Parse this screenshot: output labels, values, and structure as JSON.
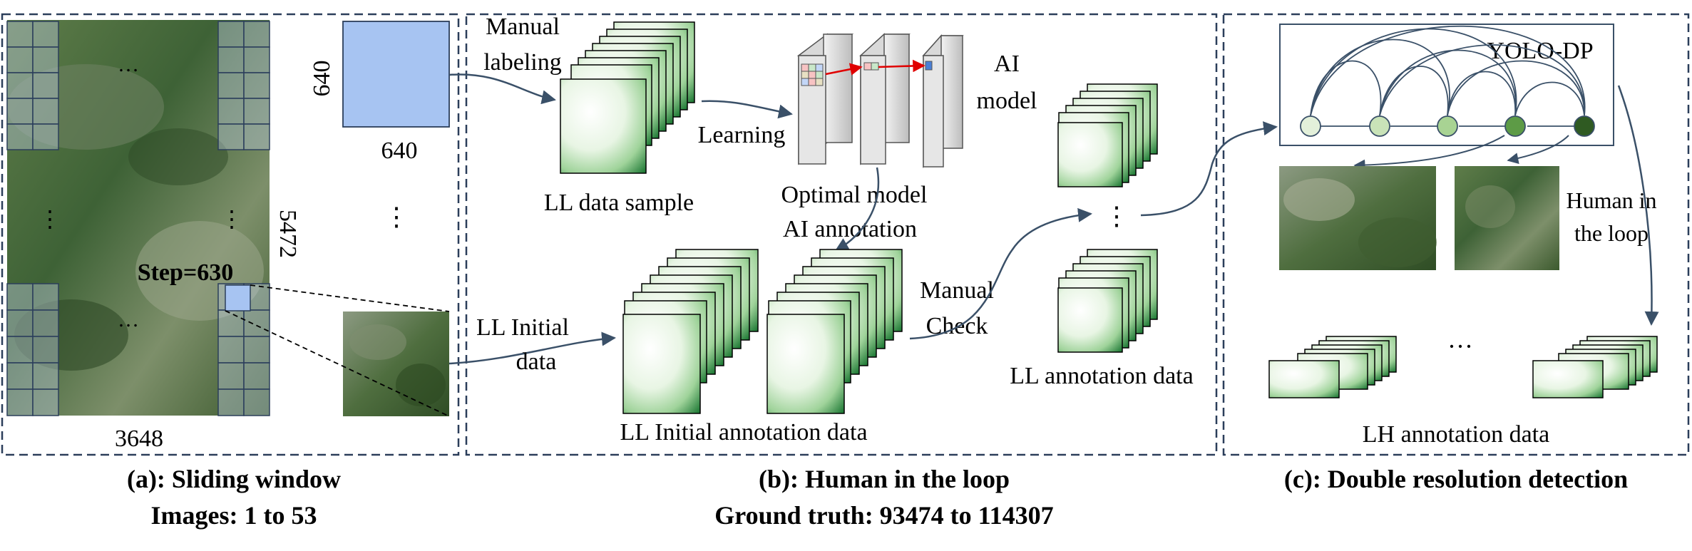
{
  "panel_a": {
    "dim_640_vertical": "640",
    "dim_640_horizontal": "640",
    "dim_5472": "5472",
    "dim_3648": "3648",
    "step": "Step=630",
    "dots": "…",
    "vdots": "⋮",
    "caption_title": "(a): Sliding window",
    "caption_sub": "Images: 1 to 53"
  },
  "panel_b": {
    "manual_labeling_1": "Manual",
    "manual_labeling_2": "labeling",
    "learning": "Learning",
    "ll_data_sample": "LL data sample",
    "ai_model_1": "AI",
    "ai_model_2": "model",
    "optimal_model": "Optimal model",
    "ai_annotation": "AI annotation",
    "ll_initial_1": "LL Initial",
    "ll_initial_2": "data",
    "ll_initial_annotation": "LL Initial annotation data",
    "manual_check_1": "Manual",
    "manual_check_2": "Check",
    "ll_annotation": "LL annotation data",
    "vdots": "⋮",
    "caption_title": "(b): Human in the loop",
    "caption_sub": "Ground truth: 93474 to 114307"
  },
  "panel_c": {
    "model_name": "YOLO-DP",
    "human_loop_1": "Human in",
    "human_loop_2": "the loop",
    "dots": "···",
    "lh_annotation": "LH annotation data",
    "caption_title": "(c): Double resolution detection"
  },
  "colors": {
    "border": "#2b3e5a",
    "tile_blue": "#a7c4f2",
    "arrow": "#3a5068",
    "red_arrow": "#e00000",
    "node_light": "#dcedd0",
    "node_mid": "#9fcf88",
    "node_dark": "#2f5a22"
  }
}
